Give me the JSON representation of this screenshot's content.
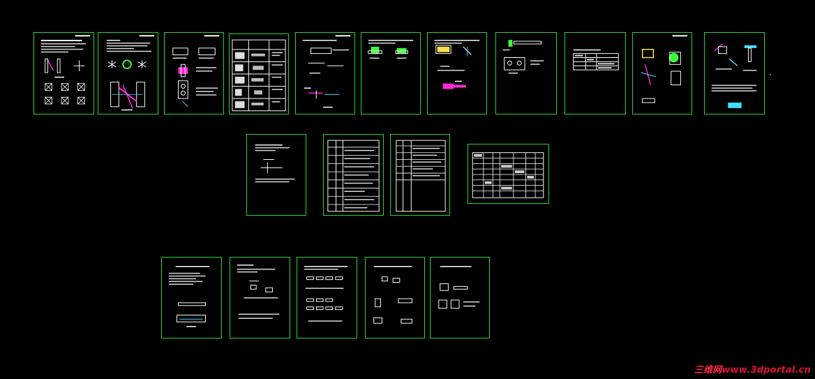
{
  "viewer": {
    "background": "#000000",
    "sheet_border_color": "#29d13a",
    "line_color": "#ffffff",
    "accent_colors": [
      "#ff2bd6",
      "#ffe14d",
      "#40e0ff",
      "#39ff39"
    ]
  },
  "sheets": {
    "row1": [
      {
        "id": "sheet-1",
        "kind": "text-and-details"
      },
      {
        "id": "sheet-2",
        "kind": "symbols-and-section"
      },
      {
        "id": "sheet-3",
        "kind": "component-drawing"
      },
      {
        "id": "sheet-4",
        "kind": "detail-table"
      },
      {
        "id": "sheet-5",
        "kind": "line-details"
      },
      {
        "id": "sheet-6",
        "kind": "mechanical-detail"
      },
      {
        "id": "sheet-7",
        "kind": "mechanical-detail"
      },
      {
        "id": "sheet-8",
        "kind": "mechanical-detail"
      },
      {
        "id": "sheet-9",
        "kind": "spec-table"
      },
      {
        "id": "sheet-10",
        "kind": "colored-installation"
      },
      {
        "id": "sheet-11",
        "kind": "colored-installation"
      }
    ],
    "row2": [
      {
        "id": "sheet-12",
        "kind": "text-notes"
      },
      {
        "id": "sheet-13",
        "kind": "schedule-table"
      },
      {
        "id": "sheet-14",
        "kind": "schedule-table"
      },
      {
        "id": "sheet-15",
        "kind": "landscape-table"
      }
    ],
    "row3": [
      {
        "id": "sheet-16",
        "kind": "text-and-detail"
      },
      {
        "id": "sheet-17",
        "kind": "text-and-detail"
      },
      {
        "id": "sheet-18",
        "kind": "flow-diagram"
      },
      {
        "id": "sheet-19",
        "kind": "component-drawing"
      },
      {
        "id": "sheet-20",
        "kind": "component-drawing"
      }
    ]
  },
  "watermark": {
    "chinese": "三维网",
    "url": "www.3dportal.cn"
  }
}
